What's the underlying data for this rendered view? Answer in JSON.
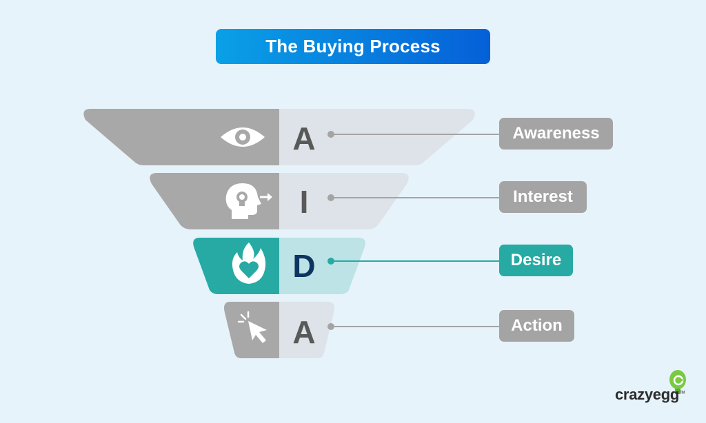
{
  "title": "The Buying Process",
  "stages": [
    {
      "letter": "A",
      "label": "Awareness",
      "icon": "eye-icon",
      "highlight": false
    },
    {
      "letter": "I",
      "label": "Interest",
      "icon": "idea-head-icon",
      "highlight": false
    },
    {
      "letter": "D",
      "label": "Desire",
      "icon": "flaming-heart-icon",
      "highlight": true
    },
    {
      "letter": "A",
      "label": "Action",
      "icon": "cursor-click-icon",
      "highlight": false
    }
  ],
  "colors": {
    "background": "#e6f3fb",
    "gray_dark": "#a8a8a8",
    "gray_light": "#dde3e8",
    "letter_gray": "#595959",
    "teal_dark": "#27aaa4",
    "teal_light": "#bde3e6",
    "letter_teal": "#0d3560",
    "label_gray": "#a4a4a4",
    "label_teal": "#27aaa4",
    "title_gradient_start": "#0aa0e6",
    "title_gradient_end": "#0560d8"
  },
  "logo": {
    "text": "crazyegg",
    "tm": "TM"
  }
}
